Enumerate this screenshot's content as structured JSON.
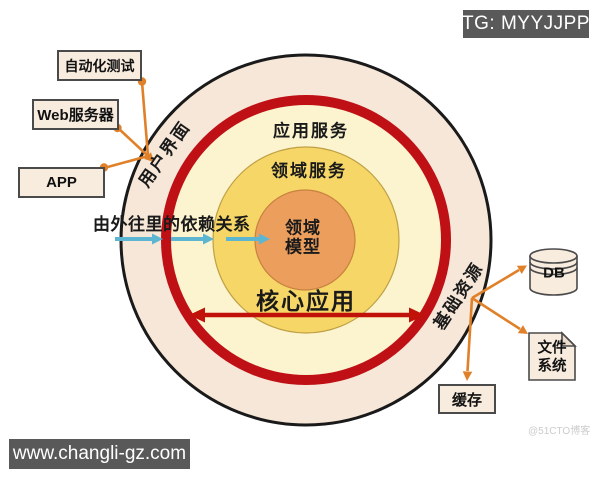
{
  "page": {
    "tg_badge": "TG: MYYJJPP",
    "site_badge": "www.changli-gz.com",
    "watermark": "@51CTO博客"
  },
  "onion": {
    "user_interface_label": "用户界面",
    "infrastructure_label": "基础资源",
    "application_services_label": "应用服务",
    "domain_services_label": "领域服务",
    "domain_model_line1": "领域",
    "domain_model_line2": "模型",
    "core_application_label": "核心应用",
    "dependency_note": "由外往里的依赖关系"
  },
  "ui_nodes": [
    {
      "label": "自动化测试"
    },
    {
      "label": "Web服务器"
    },
    {
      "label": "APP"
    }
  ],
  "infra_nodes": {
    "db": "DB",
    "file_system_line1": "文件",
    "file_system_line2": "系统",
    "cache": "缓存"
  },
  "colors": {
    "outer_ring_fill": "#f6e7d8",
    "application_ring_fill": "#fcf3cf",
    "domain_services_fill": "#f5d666",
    "domain_model_fill": "#ec9e5d",
    "ring_stroke_red": "#bf1015",
    "outer_circle_stroke": "#1a1a1a",
    "connector_orange": "#e0812a",
    "dependency_arrow_blue": "#5cb6d2",
    "core_arrow_red": "#c01208",
    "node_fill": "#f8ecdf",
    "node_border": "#4a4a4a",
    "badge_background": "#595959"
  }
}
